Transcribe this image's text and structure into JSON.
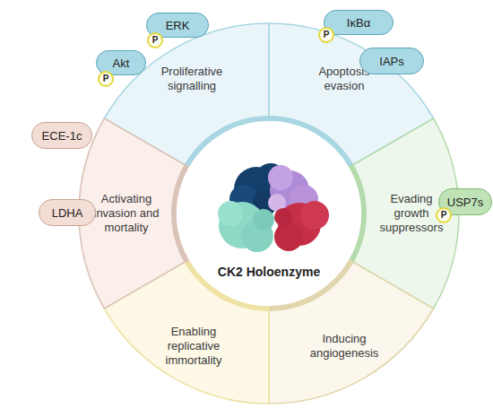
{
  "diagram": {
    "nodes": [
      {
        "text": [
          "Proliferative signalling"
        ]
      },
      {
        "text": [
          "ERK"
        ]
      },
      {
        "text": [
          "P"
        ],
        "in": 1
      },
      {
        "text": [
          "Akt"
        ]
      },
      {
        "text": [
          "P"
        ],
        "in": 3
      },
      {
        "text": [
          "Apoptosis evasion"
        ]
      },
      {
        "text": [
          "IκBα"
        ]
      },
      {
        "text": [
          "P"
        ],
        "in": 6
      },
      {
        "text": [
          "IAPs"
        ]
      },
      {
        "text": [
          "Evading growth suppressors"
        ]
      },
      {
        "text": [
          "USP7s"
        ]
      },
      {
        "text": [
          "P"
        ],
        "in": 10
      },
      {
        "text": [
          "Inducing angiogenesis"
        ]
      },
      {
        "text": [
          "Enabling replicative immortality"
        ]
      },
      {
        "text": [
          "Activating invasion and mortality"
        ]
      },
      {
        "text": [
          "ECE-1c"
        ]
      },
      {
        "text": [
          "LDHA"
        ]
      },
      {
        "text": [
          "CK2 Holoenzyme"
        ]
      }
    ]
  }
}
